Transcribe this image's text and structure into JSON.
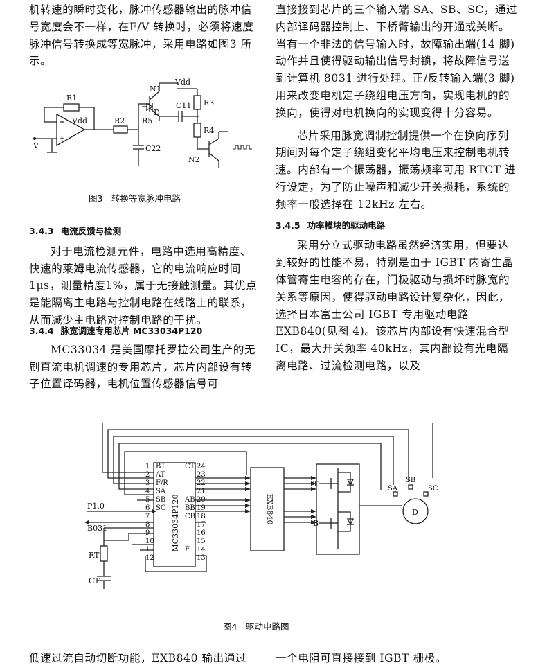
{
  "left_column": {
    "p_top": "机转速的瞬时变化，脉冲传感器输出的脉冲信号宽度会不一样，在F/V 转换时，必须将速度脉冲信号转换成等宽脉冲，采用电路如图3 所示。",
    "fig3_caption": "图3　转换等宽脉冲电路",
    "s343_num": "3.4.3",
    "s343_title": "电流反馈与检测",
    "s343_text": "对于电流检测元件，电路中选用高精度、快速的莱姆电流传感器，它的电流响应时间1μs，测量精度1%，属于无接触测量。其优点是能隔离主电路与控制电路在线路上的联系，从而减少主电路对控制电路的干扰。",
    "s344_num": "3.4.4",
    "s344_title": "脉宽调速专用芯片 MC33034P120",
    "s344_text": "MC33034 是美国摩托罗拉公司生产的无刷直流电机调速的专用芯片，芯片内部设有转子位置译码器，电机位置传感器信号可"
  },
  "right_column": {
    "p1": "直接接到芯片的三个输入端 SA、SB、SC，通过内部译码器控制上、下桥臂输出的开通或关断。当有一个非法的信号输入时，故障输出端(14 脚)动作并且使得驱动输出信号封锁，将故障信号送到计算机 8031 进行处理。正/反转输入端(3 脚)用来改变电机定子绕组电压方向，实现电机的的换向，使得对电机换向的实现变得十分容易。",
    "p2": "芯片采用脉宽调制控制提供一个在换向序列期间对每个定子绕组变化平均电压来控制电机转速。内部有一个振荡器，振荡频率可用 RTCT 进行设定，为了防止噪声和减少开关损耗，系统的频率一般选择在 12kHz 左右。",
    "s345_num": "3.4.5",
    "s345_title": "功率模块的驱动电路",
    "p3": "采用分立式驱动电路虽然经济实用，但要达到较好的性能不易，特别是由于 IGBT 内寄生晶体管寄生电容的存在，门极驱动与损坏时脉宽的关系等原因，使得驱动电路设计复杂化，因此，选择日本富士公司 IGBT 专用驱动电路 EXB840(见图 4)。该芯片内部设有快速混合型 IC，最大开关频率 40kHz，其内部设有光电隔离电路、过流检测电路，以及"
  },
  "figure3": {
    "labels": {
      "R1": "R1",
      "Vdd_op": "Vdd",
      "R2": "R2",
      "N1": "N1",
      "Vdd_top": "Vdd",
      "D": "D",
      "R5": "R5",
      "C11": "C11",
      "R3": "R3",
      "R4": "R4",
      "C22": "C22",
      "N2": "N2",
      "V": "V"
    }
  },
  "figure4": {
    "chip_name": "MC33034P120",
    "exb_name": "EXB840",
    "left_pins": [
      "1",
      "2",
      "3",
      "4",
      "5",
      "6",
      "7",
      "8",
      "9",
      "10",
      "11",
      "12"
    ],
    "right_pins": [
      "24",
      "23",
      "22",
      "21",
      "20",
      "19",
      "18",
      "17",
      "16",
      "15",
      "14",
      "13"
    ],
    "left_pin_labels": [
      "BT",
      "AT",
      "F/R",
      "SA",
      "SB",
      "SC"
    ],
    "right_pin_labels": [
      "CT",
      "AB",
      "BB",
      "CB",
      "F̄"
    ],
    "P10": "P1.0",
    "B031": "B031",
    "RT": "RT",
    "CT": "CT",
    "T": "T",
    "B": "B",
    "motor": "D",
    "SA": "SA",
    "SB": "SB",
    "SC": "SC"
  },
  "fig4_caption": "图4　驱动电路图",
  "bottom": {
    "left": "低速过流自动切断功能，EXB840 输出通过",
    "right": "一个电阻可直接接到 IGBT 栅极。"
  }
}
